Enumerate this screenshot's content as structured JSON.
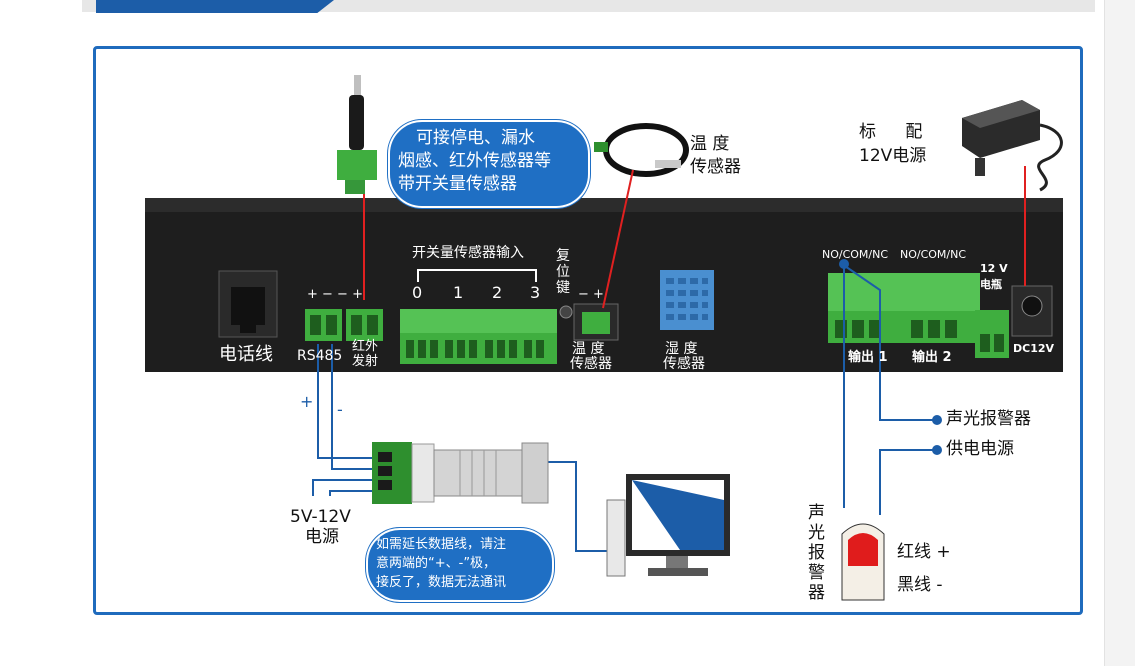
{
  "colors": {
    "frame": "#1f6bbd",
    "panel": "#1e1e1e",
    "terminal": "#3fae3f",
    "wire_blue": "#1c5da8",
    "wire_red": "#e02020",
    "bubble": "#1f6fc4"
  },
  "bubble_top": {
    "lines": [
      "可接停电、漏水",
      "烟感、红外传感器等",
      "带开关量传感器"
    ]
  },
  "bubble_bottom": {
    "lines": [
      "如需延长数据线，请注",
      "意两端的“+、-”极，",
      "接反了，数据无法通讯"
    ]
  },
  "temp_sensor_label": [
    "温 度",
    "传感器"
  ],
  "power_label": [
    "标 配",
    "12V电源"
  ],
  "panel": {
    "switch_input": "开关量传感器输入",
    "channels": [
      "0",
      "1",
      "2",
      "3"
    ],
    "reset": [
      "复",
      "位",
      "键"
    ],
    "polarity_ir": "+ − − +",
    "polarity_temp": "− +",
    "phone_line": "电话线",
    "rs485": "RS485",
    "ir_emit": [
      "红外",
      "发射"
    ],
    "temp_port": [
      "温 度",
      "传感器"
    ],
    "humidity_port": [
      "湿 度",
      "传感器"
    ],
    "no_com_nc_1": "NO/COM/NC",
    "no_com_nc_2": "NO/COM/NC",
    "output1": "输出 1",
    "output2": "输出 2",
    "battery": [
      "12 V",
      "电瓶"
    ],
    "dc12v": "DC12V"
  },
  "rs485_plus": "+",
  "rs485_minus": "-",
  "power_5v": [
    "5V-12V",
    "电源"
  ],
  "alarm_device": "声光报警器",
  "power_supply": "供电电源",
  "alarm_vertical": [
    "声",
    "光",
    "报",
    "警",
    "器"
  ],
  "red_wire": "红线 +",
  "black_wire": "黑线 -"
}
